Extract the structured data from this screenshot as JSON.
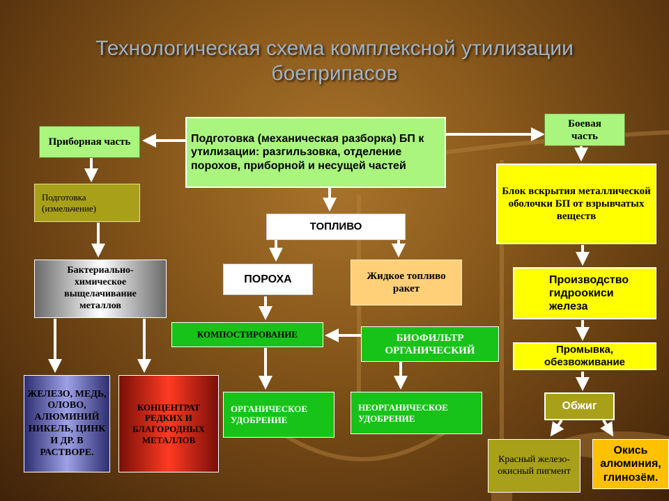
{
  "title": "Технологическая схема комплексной утилизации боеприпасов",
  "nodes": {
    "preparation": "Подготовка (механическая разборка) БП к утилизации: разгильзовка, отделение порохов, приборной и несущей частей",
    "instrument_part": "Приборная часть",
    "crushing": "Подготовка (измельчение)",
    "leaching": "Бактериально-химическое выщелачивание металлов",
    "metals_solution": "ЖЕЛЕЗО, МЕДЬ, ОЛОВО, АЛЮМИНИЙ НИКЕЛЬ, ЦИНК И ДР. В РАСТВОРЕ.",
    "concentrate": "КОНЦЕНТРАТ РЕДКИХ И БЛАГОРОДНЫХ МЕТАЛЛОВ",
    "fuel": "ТОПЛИВО",
    "powders": "ПОРОХА",
    "liquid_fuel": "Жидкое топливо ракет",
    "composting": "КОМПОСТИРОВАНИЕ",
    "biofilter": "БИОФИЛЬТР ОРГАНИЧЕСКИЙ",
    "organic_fertilizer": "ОРГАНИЧЕСКОЕ УДОБРЕНИЕ",
    "inorganic_fertilizer": "НЕОРГАНИЧЕСКОЕ УДОБРЕНИЕ",
    "warhead": "Боевая часть",
    "opening_block": "Блок вскрытия металлической оболочки БП от взрывчатых веществ",
    "iron_hydroxide": "Производство гидроокиси железа",
    "washing": "Промывка, обезвоживание",
    "roasting": "Обжиг",
    "red_pigment": "Красный железо-окисный пигмент",
    "alumina": "Окись алюминия, глинозём."
  },
  "colors": {
    "light_green": "#a9f57e",
    "olive": "#a8a018",
    "green": "#17c318",
    "yellow": "#ffff00",
    "orange": "#ffc000",
    "white": "#ffffff"
  }
}
